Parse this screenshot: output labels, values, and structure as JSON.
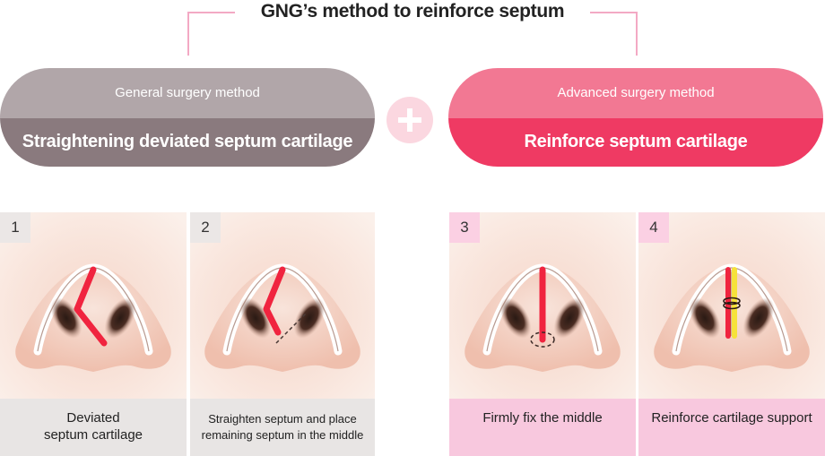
{
  "title": "GNG’s method to reinforce septum",
  "left_method": {
    "subtitle": "General surgery method",
    "label": "Straightening deviated septum cartilage"
  },
  "right_method": {
    "subtitle": "Advanced surgery method",
    "label": "Reinforce septum cartilage"
  },
  "plus_icon": "plus-icon",
  "colors": {
    "general_light": "#b1a6a9",
    "general_dark": "#8a7a7e",
    "advanced_light": "#f27893",
    "advanced_dark": "#ef3a63",
    "bracket": "#f3a9c4",
    "septum_red": "#f0243f",
    "support_yellow": "#f6e23a"
  },
  "steps": [
    {
      "number": "1",
      "caption": "Deviated\nseptum cartilage"
    },
    {
      "number": "2",
      "caption": "Straighten septum and place\nremaining septum in the middle"
    },
    {
      "number": "3",
      "caption": "Firmly fix the middle"
    },
    {
      "number": "4",
      "caption": "Reinforce cartilage support"
    }
  ]
}
